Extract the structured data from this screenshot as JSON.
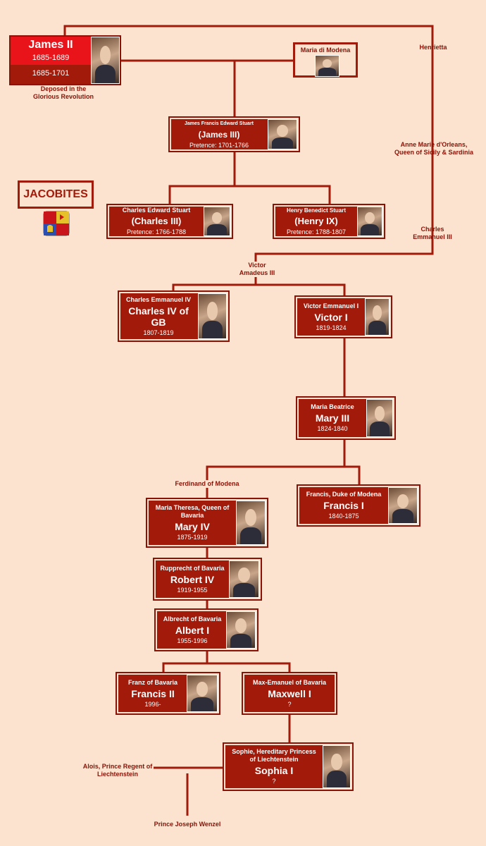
{
  "james_ii": {
    "name": "James II",
    "dates1": "1685-1689",
    "dates2": "1685-1701",
    "note_line1": "Deposed in the",
    "note_line2": "Glorious Revolution"
  },
  "maria": {
    "name": "Maria di Modena"
  },
  "henrietta": "Henrietta",
  "anne_marie": {
    "line1": "Anne Marie d'Orleans,",
    "line2": "Queen of Sicily & Sardinia"
  },
  "charles_emmanuel_iii": {
    "line1": "Charles",
    "line2": "Emmanuel III"
  },
  "victor_amadeus": {
    "line1": "Victor",
    "line2": "Amadeus III"
  },
  "jacobites": "JACOBITES",
  "james_iii": {
    "sub": "James Francis Edward Stuart",
    "name": "(James III)",
    "dates": "Pretence: 1701-1766"
  },
  "charles_iii": {
    "sub": "Charles Edward Stuart",
    "name": "(Charles III)",
    "dates": "Pretence: 1766-1788"
  },
  "henry_ix": {
    "sub": "Henry Benedict Stuart",
    "name": "(Henry IX)",
    "dates": "Pretence: 1788-1807"
  },
  "charles_iv": {
    "sub": "Charles Emmanuel IV",
    "name1": "Charles IV of",
    "name2": "GB",
    "dates": "1807-1819"
  },
  "victor_i": {
    "sub": "Victor Emmanuel I",
    "name": "Victor I",
    "dates": "1819-1824"
  },
  "mary_iii": {
    "sub": "Maria Beatrice",
    "name": "Mary III",
    "dates": "1824-1840"
  },
  "ferdinand": "Ferdinand of Modena",
  "francis_i": {
    "sub": "Francis, Duke of Modena",
    "name": "Francis I",
    "dates": "1840-1875"
  },
  "mary_iv": {
    "sub1": "Maria Theresa, Queen of",
    "sub2": "Bavaria",
    "name": "Mary IV",
    "dates": "1875-1919"
  },
  "robert_iv": {
    "sub": "Rupprecht of Bavaria",
    "name": "Robert IV",
    "dates": "1919-1955"
  },
  "albert_i": {
    "sub": "Albrecht of Bavaria",
    "name": "Albert I",
    "dates": "1955-1996"
  },
  "francis_ii": {
    "sub": "Franz of Bavaria",
    "name": "Francis II",
    "dates": "1996-"
  },
  "maxwell_i": {
    "sub": "Max-Emanuel of Bavaria",
    "name": "Maxwell I",
    "dates": "?"
  },
  "sophia_i": {
    "sub1": "Sophie, Hereditary Princess",
    "sub2": "of Liechtenstein",
    "name": "Sophia I",
    "dates": "?"
  },
  "alois": {
    "line1": "Alois, Prince Regent of",
    "line2": "Liechtenstein"
  },
  "joseph_wenzel": "Prince Joseph Wenzel",
  "colors": {
    "box": "#a11a0a",
    "line": "#a11a0a",
    "background": "#fbe3cf",
    "james_header": "#e8141a"
  }
}
